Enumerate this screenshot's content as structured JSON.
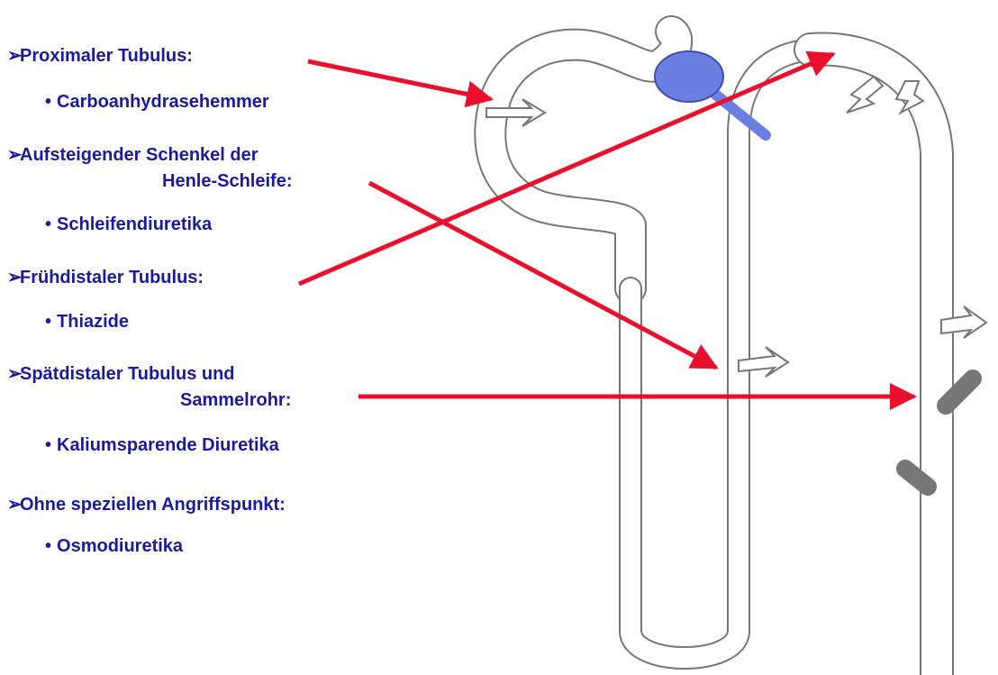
{
  "sections": [
    {
      "heading": "Proximaler Tubulus:",
      "item": "Carboanhydrasehemmer"
    },
    {
      "heading_line1": "Aufsteigender Schenkel der",
      "heading_line2": "Henle-Schleife:",
      "item": "Schleifendiuretika"
    },
    {
      "heading": "Frühdistaler Tubulus:",
      "item": "Thiazide"
    },
    {
      "heading_line1": "Spätdistaler Tubulus und",
      "heading_line2": "Sammelrohr:",
      "item": "Kaliumsparende Diuretika"
    },
    {
      "heading": "Ohne speziellen Angriffspunkt:",
      "item": "Osmodiuretika"
    }
  ],
  "bullet_glyph": "➢",
  "item_glyph": "•",
  "colors": {
    "text": "#1a1a9c",
    "arrow": "#e8102c",
    "glomerulus": "#6b7fe0",
    "tubule_outline": "#777777"
  }
}
